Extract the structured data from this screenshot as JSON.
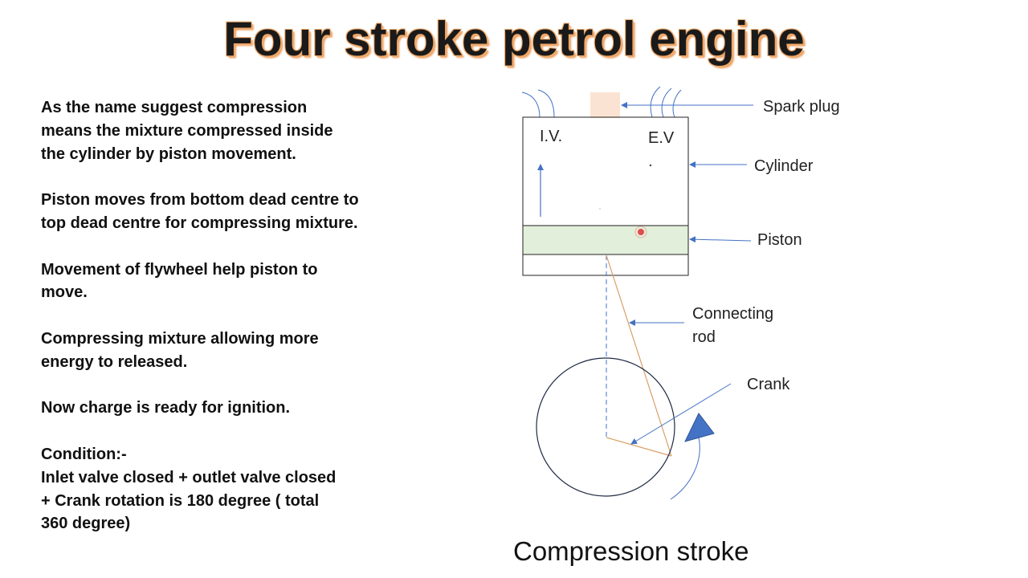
{
  "title": "Four stroke petrol engine",
  "paragraphs": [
    "As the name suggest compression means the mixture compressed inside the cylinder by piston movement.",
    "Piston moves from bottom dead centre to top dead centre for compressing mixture.",
    "Movement of flywheel help piston to move.",
    "Compressing mixture allowing more energy to released.",
    "Now charge is ready for ignition."
  ],
  "condition": {
    "heading": "Condition:-",
    "lines": [
      "Inlet valve closed + outlet valve closed",
      "+ Crank rotation is 180 degree ( total",
      "360 degree)"
    ]
  },
  "diagram": {
    "labels": {
      "spark_plug": "Spark plug",
      "cylinder": "Cylinder",
      "piston": "Piston",
      "connecting_rod_1": "Connecting",
      "connecting_rod_2": "rod",
      "crank": "Crank",
      "iv": "I.V.",
      "ev": "E.V"
    },
    "colors": {
      "spark_plug_fill": "#fbe3d3",
      "piston_fill": "#e2efda",
      "rod_color": "#d9a066",
      "arrow_color": "#4472c4",
      "rotation_arrow": "#4472c4"
    }
  },
  "caption": "Compression stroke"
}
